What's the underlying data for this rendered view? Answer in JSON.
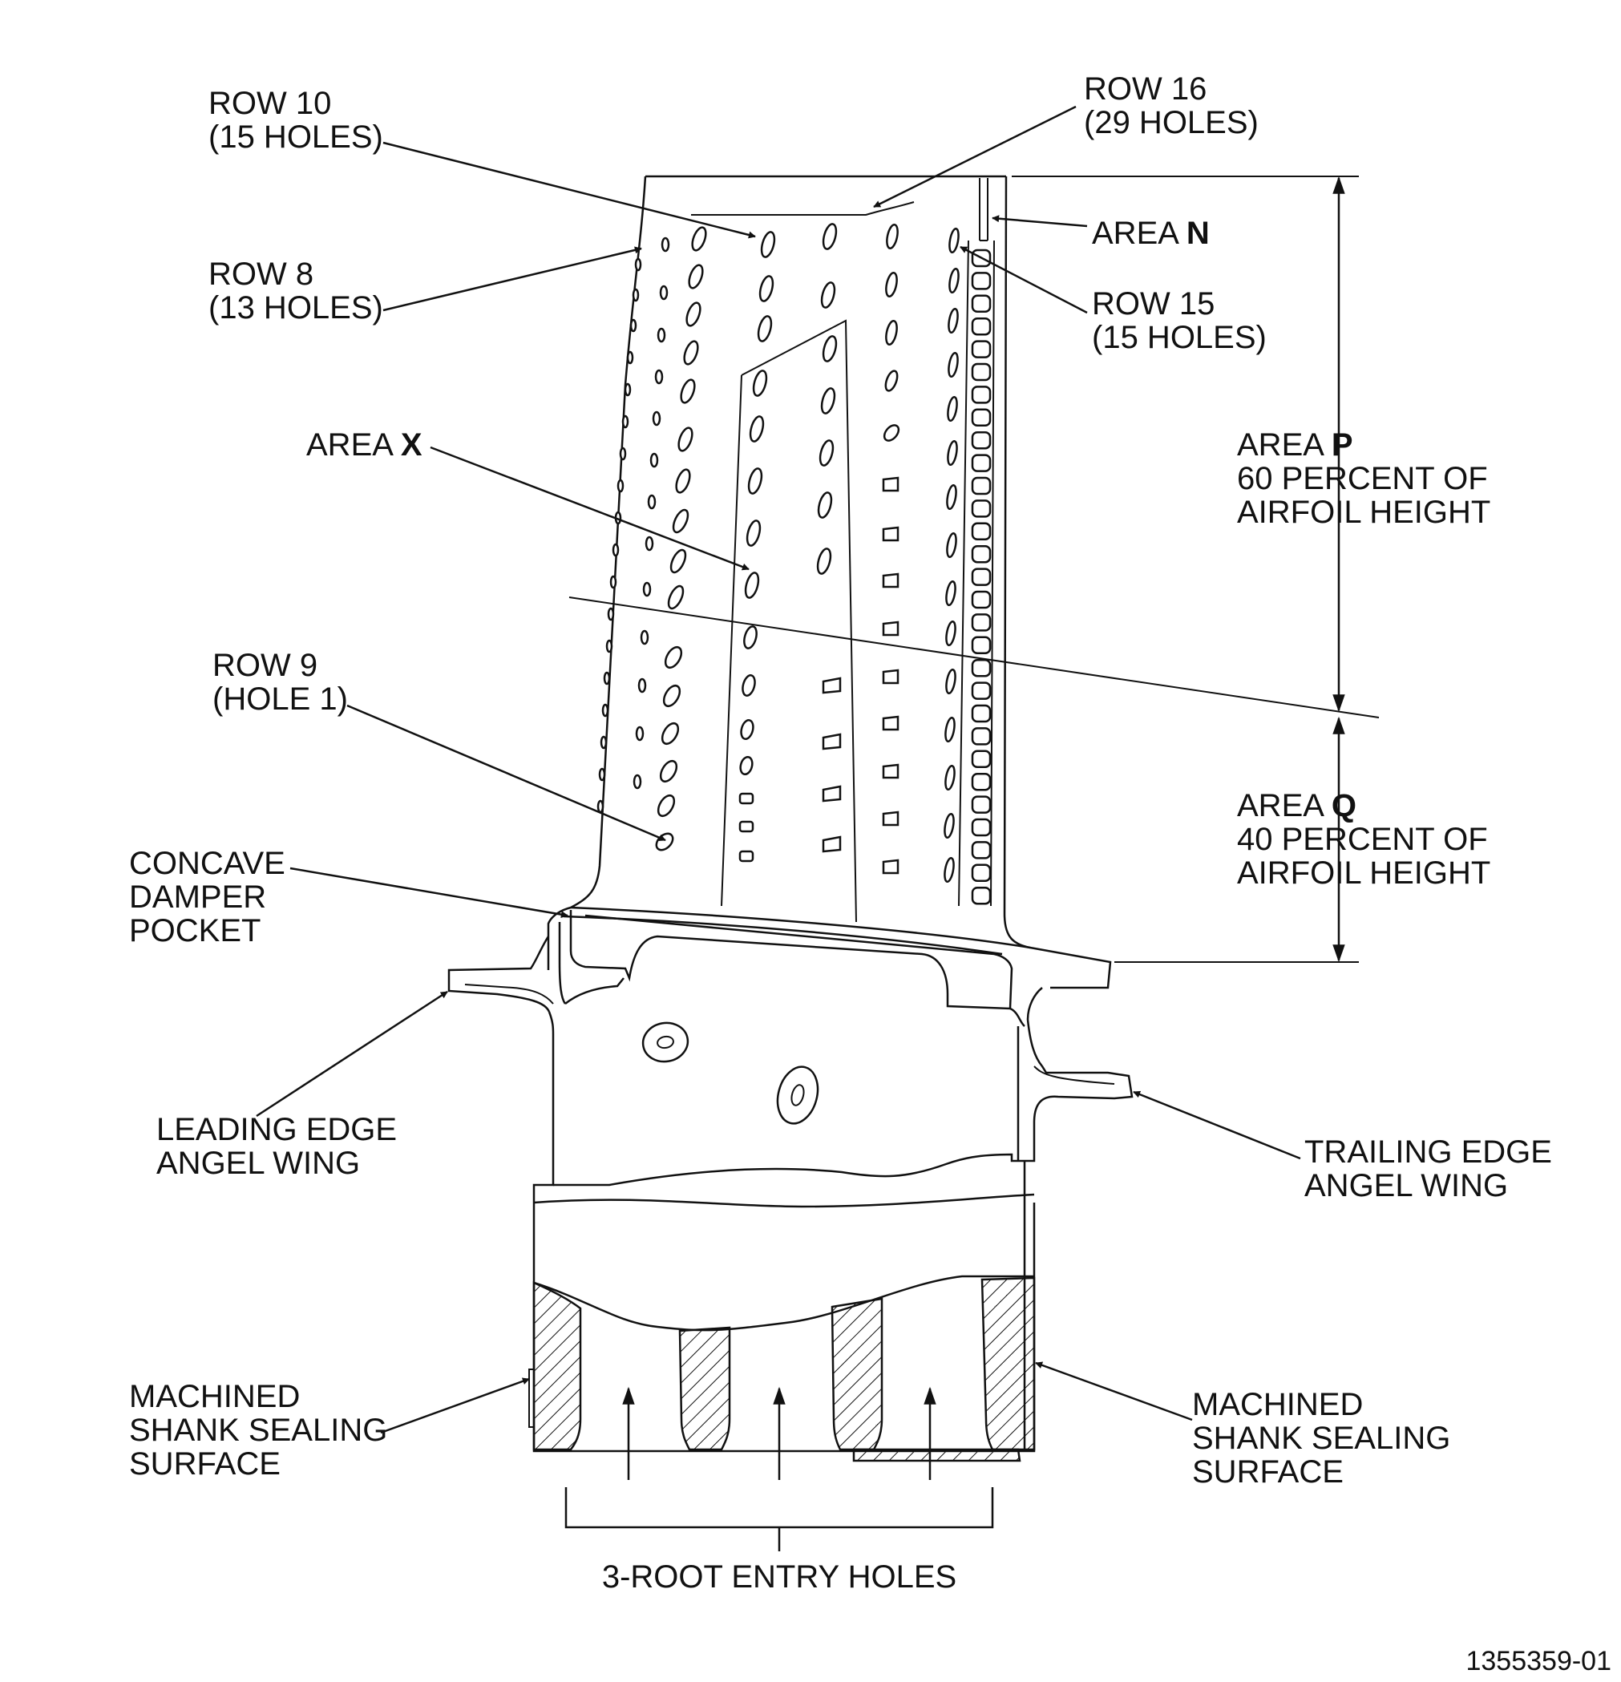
{
  "labels": {
    "row10": [
      "ROW 10",
      "(15 HOLES)"
    ],
    "row16": [
      "ROW 16",
      "(29 HOLES)"
    ],
    "row8": [
      "ROW 8",
      "(13 HOLES)"
    ],
    "area_n": {
      "prefix": "AREA ",
      "letter": "N"
    },
    "row15": [
      "ROW 15",
      "(15 HOLES)"
    ],
    "area_x": {
      "prefix": "AREA ",
      "letter": "X"
    },
    "area_p": {
      "prefix": "AREA ",
      "letter": "P",
      "lines": [
        "60 PERCENT OF",
        "AIRFOIL HEIGHT"
      ]
    },
    "row9": [
      "ROW 9",
      "(HOLE 1)"
    ],
    "area_q": {
      "prefix": "AREA ",
      "letter": "Q",
      "lines": [
        "40 PERCENT OF",
        "AIRFOIL HEIGHT"
      ]
    },
    "concave_damper_pocket": [
      "CONCAVE",
      "DAMPER",
      "POCKET"
    ],
    "leading_edge_angel_wing": [
      "LEADING EDGE",
      "ANGEL WING"
    ],
    "trailing_edge_angel_wing": [
      "TRAILING EDGE",
      "ANGEL WING"
    ],
    "machined_shank_left": [
      "MACHINED",
      "SHANK SEALING",
      "SURFACE"
    ],
    "machined_shank_right": [
      "MACHINED",
      "SHANK SEALING",
      "SURFACE"
    ],
    "root_entry_holes": "3-ROOT ENTRY HOLES",
    "figure_number": "1355359-01"
  },
  "colors": {
    "ink": "#111111",
    "paper": "#ffffff"
  }
}
